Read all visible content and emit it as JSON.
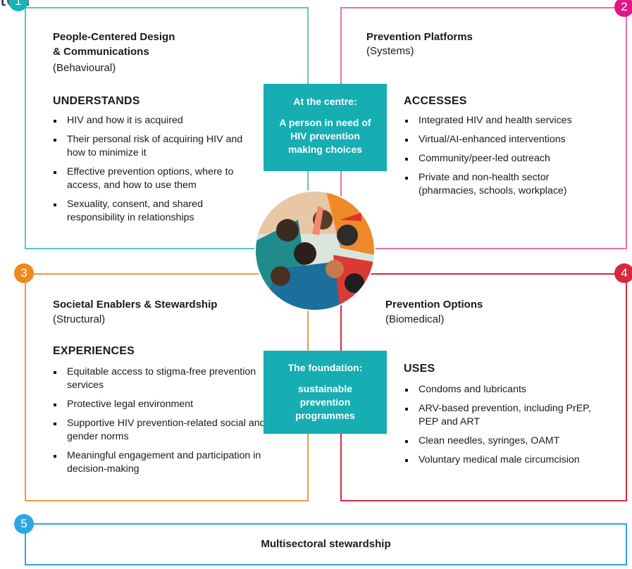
{
  "header_fragment": "ted",
  "quadrants": {
    "q1": {
      "number": "1",
      "title_line1": "People-Centered Design",
      "title_line2": "& Communications",
      "subtitle": "(Behavioural)",
      "verb": "UNDERSTANDS",
      "items": [
        "HIV and how it is acquired",
        "Their personal risk of acquiring HIV and how to minimize it",
        "Effective prevention options, where to access, and how to use them",
        "Sexuality, consent, and shared responsibility in relationships"
      ]
    },
    "q2": {
      "number": "2",
      "title_line1": "Prevention Platforms",
      "subtitle": "(Systems)",
      "verb": "ACCESSES",
      "items": [
        "Integrated HIV and health services",
        "Virtual/AI-enhanced interventions",
        "Community/peer-led outreach",
        "Private and non-health sector (pharmacies, schools, workplace)"
      ]
    },
    "q3": {
      "number": "3",
      "title_line1": "Societal Enablers & Stewardship",
      "subtitle": "(Structural)",
      "verb": "EXPERIENCES",
      "items": [
        "Equitable access to stigma-free prevention services",
        "Protective legal environment",
        "Supportive HIV prevention-related social and gender norms",
        "Meaningful engagement and participation in decision-making"
      ]
    },
    "q4": {
      "number": "4",
      "title_line1": "Prevention Options",
      "subtitle": "(Biomedical)",
      "verb": "USES",
      "items": [
        "Condoms and lubricants",
        "ARV-based prevention, including PrEP, PEP and ART",
        "Clean needles, syringes, OAMT",
        "Voluntary medical male circumcision"
      ]
    },
    "q5": {
      "number": "5",
      "label": "Multisectoral stewardship"
    }
  },
  "centre_box": {
    "label": "At the centre:",
    "text": "A person in need of HIV prevention making choices"
  },
  "foundation_box": {
    "label": "The foundation:",
    "text": "sustainable prevention programmes"
  },
  "colors": {
    "q1": "#5ec4c6",
    "q2": "#e86fa9",
    "q3": "#ee9a3b",
    "q4": "#d8283c",
    "q5": "#2aa8e0",
    "teal_box": "#16aeb2"
  }
}
